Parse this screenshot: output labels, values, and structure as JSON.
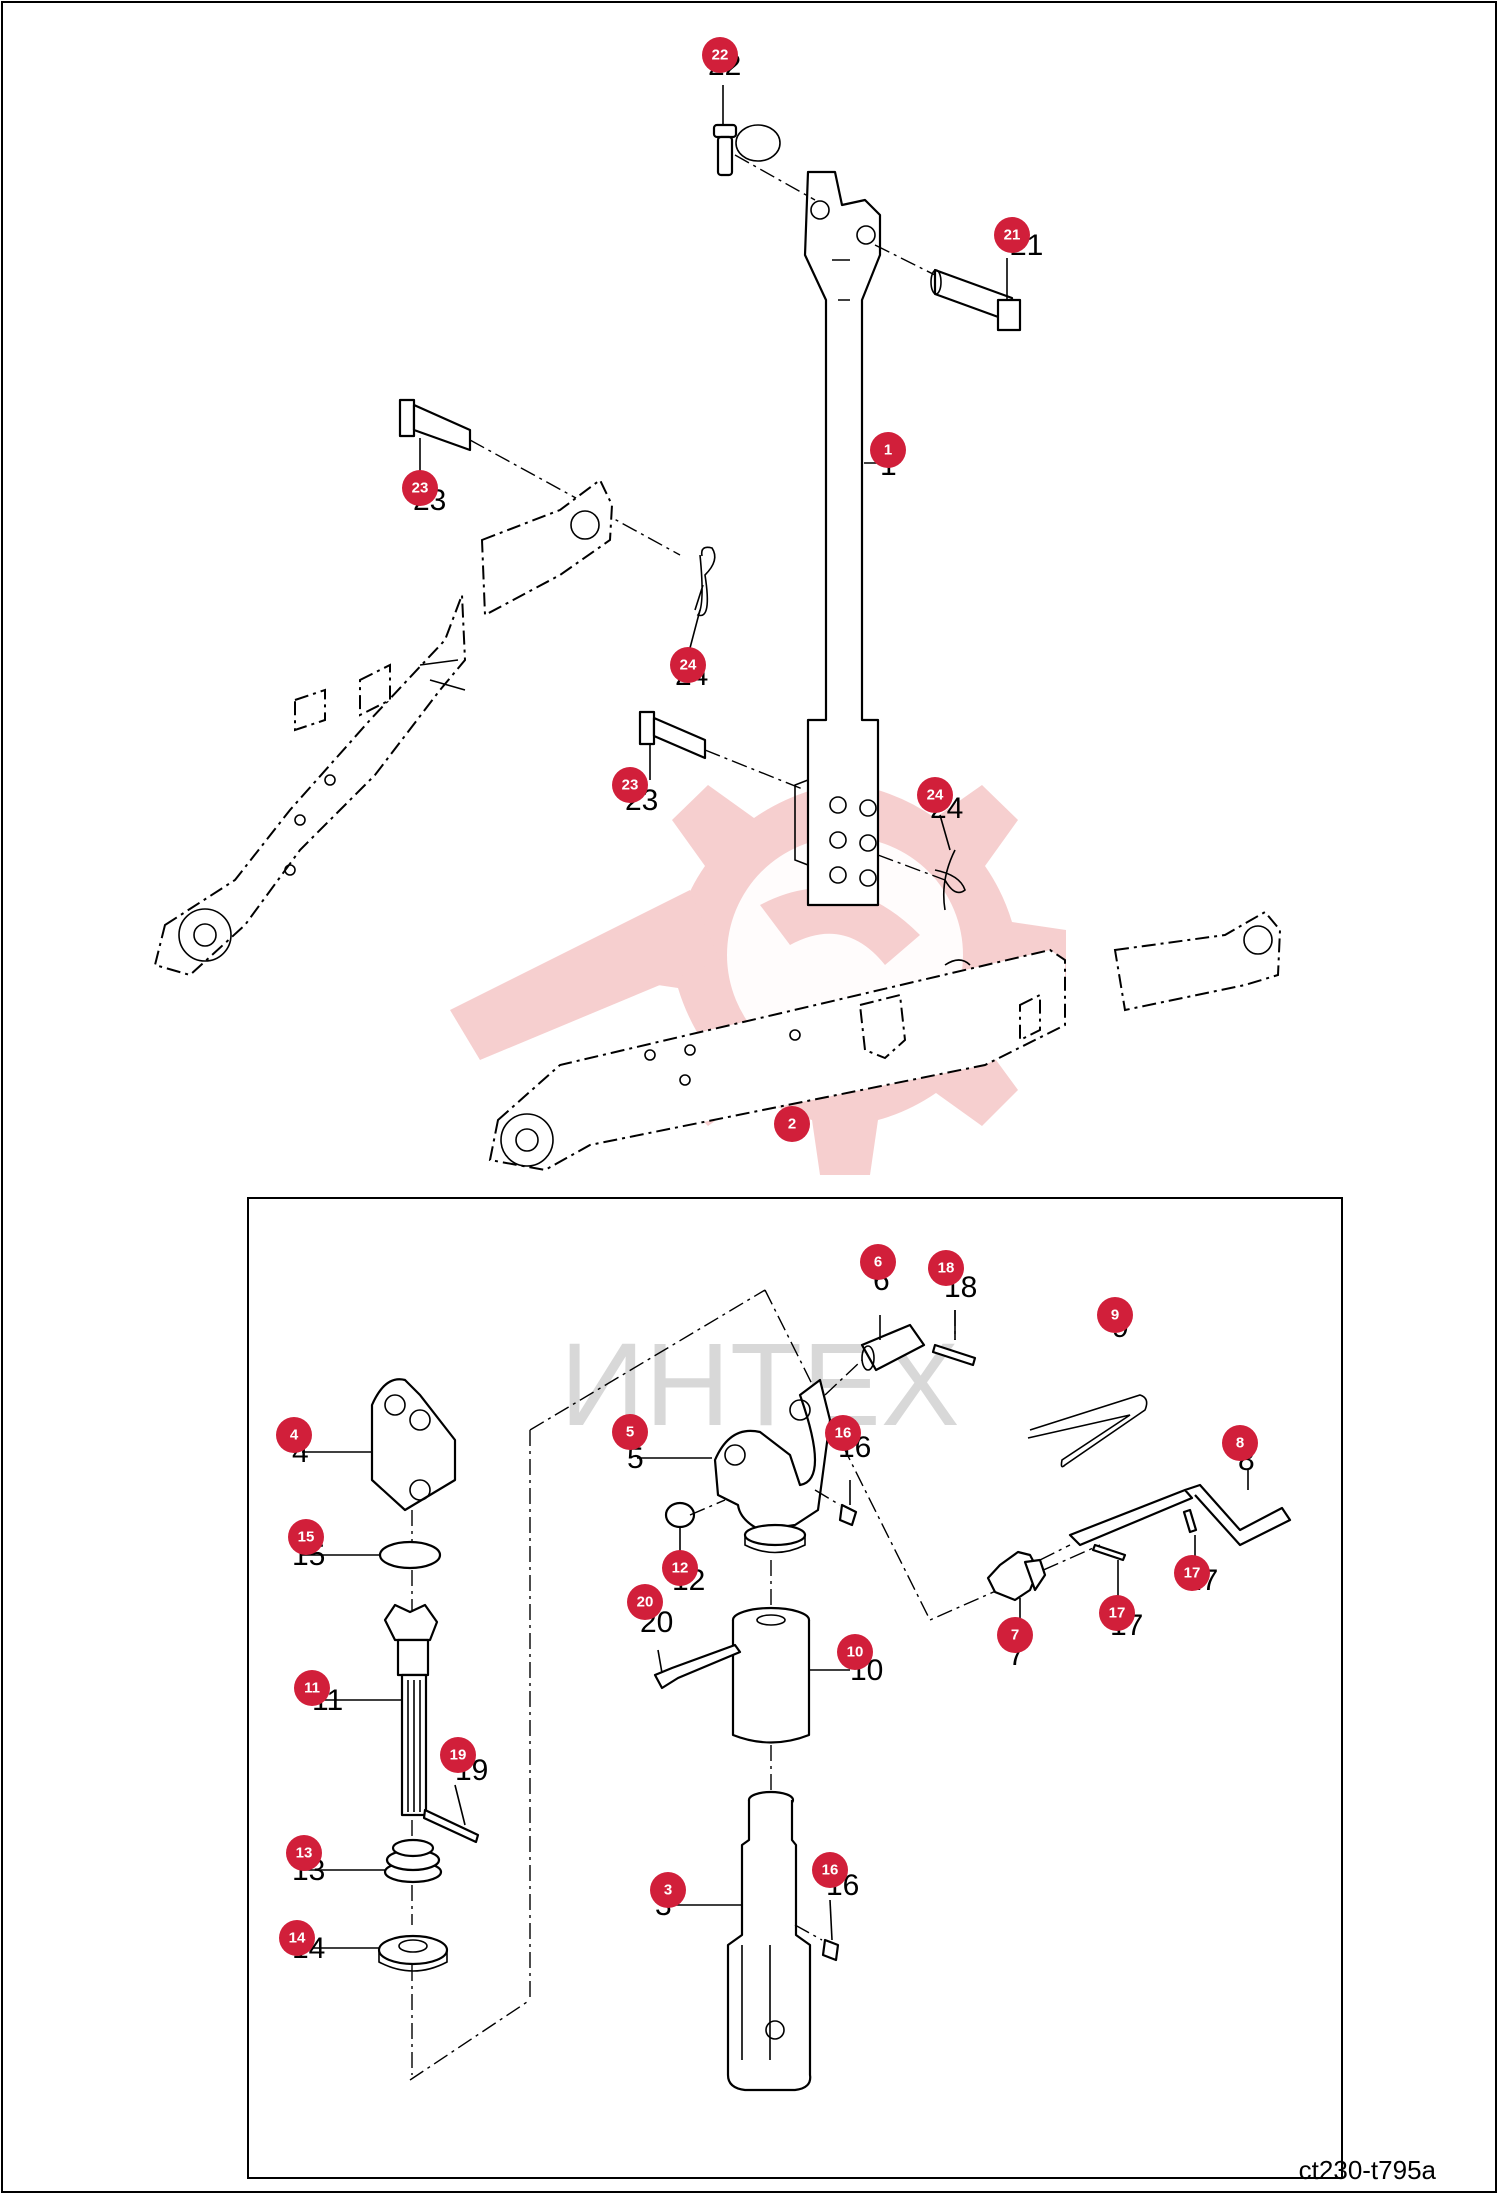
{
  "watermark": {
    "text": "ИНТЕХ",
    "color": "#f1b2b2"
  },
  "reference_code": "ct230-t795a",
  "badge_color": "#d11f3a",
  "callouts": [
    "22",
    "21",
    "1",
    "23",
    "24",
    "23",
    "24",
    "2",
    "6",
    "18",
    "9",
    "4",
    "5",
    "16",
    "8",
    "15",
    "12",
    "20",
    "17",
    "7",
    "17",
    "10",
    "11",
    "19",
    "13",
    "3",
    "16",
    "14"
  ]
}
